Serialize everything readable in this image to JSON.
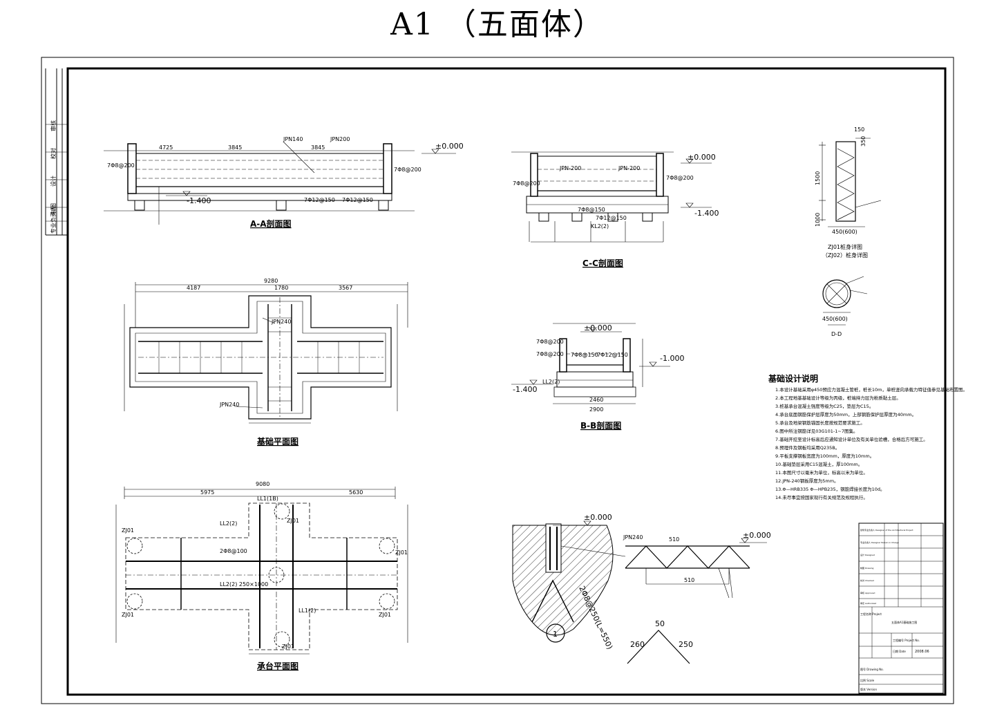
{
  "title": "A1 （五面体）",
  "views": {
    "aa": {
      "caption": "A-A剖面图",
      "elev_top": "±0.000",
      "elev_bottom": "-1.400",
      "labels": [
        "JPN140",
        "JPN200",
        "7Φ8@200",
        "7Φ8@200",
        "7Φ12@150",
        "7Φ12@150",
        "4725",
        "3845",
        "3845"
      ]
    },
    "cc": {
      "caption": "C-C剖面图",
      "elev_top": "±0.000",
      "elev_bottom": "-1.400",
      "labels": [
        "JPN-200",
        "JPN-200",
        "7Φ8@200",
        "7Φ8@200",
        "7Φ8@150",
        "7Φ12@150",
        "KL2(2)"
      ]
    },
    "plan": {
      "caption": "基础平面图",
      "labels": [
        "JPN240",
        "JPN240",
        "4187",
        "1780",
        "3567",
        "9280"
      ]
    },
    "bb": {
      "caption": "B-B剖面图",
      "elev_top": "±0.000",
      "elev_mid": "-1.000",
      "elev_bottom": "-1.400",
      "labels": [
        "LL2(2)",
        "7Φ8@200",
        "7Φ8@200",
        "7Φ8@150",
        "7Φ12@150",
        "2460",
        "2900"
      ]
    },
    "cap_plan": {
      "caption": "承台平面图",
      "labels": [
        "ZJ01",
        "ZJ01",
        "ZJ01",
        "ZJ01",
        "ZJ01",
        "ZJ01",
        "LL1(1B)",
        "LL2(2)",
        "LL2(2) 250×1000",
        "LL1(2)",
        "2Φ8@100",
        "5975",
        "5630",
        "9080"
      ]
    },
    "pile": {
      "caption_1": "ZJ01桩身详图",
      "caption_2": "（ZJ02）桩身详图",
      "dims": [
        "150",
        "350",
        "1500",
        "1000",
        "450(600)"
      ]
    },
    "dd": {
      "caption": "D-D",
      "dim": "450(600)"
    },
    "detail": {
      "marker": "1",
      "elev_1": "±0.000",
      "elev_2": "±0.000",
      "label": "JPN240",
      "rebar": "2Φ8@250(L=550)",
      "bend": [
        "50",
        "260",
        "250"
      ],
      "dims": [
        "510",
        "510"
      ]
    }
  },
  "notes": {
    "title": "基础设计说明",
    "items": [
      "1.本设计基础采用φ450预应力混凝土管桩，桩长10m，单桩竖向承载力特征值参见基础布置图。",
      "2.本工程地基基础设计等级为丙级，桩端持力层为粉质黏土层。",
      "3.桩基承台混凝土强度等级为C25，垫层为C15。",
      "4.承台底面钢筋保护层厚度为50mm，上部钢筋保护层厚度为40mm。",
      "5.承台及地梁钢筋锚固长度按规范要求施工。",
      "6.图中所注钢筋详见03G101-1~7图集。",
      "7.基础开挖至设计标高后应通知设计单位及有关单位验槽，合格后方可施工。",
      "8.预埋件及钢板均采用Q235B。",
      "9.平板支撑钢板宽度为100mm，厚度为10mm。",
      "10.基础垫层采用C15混凝土，厚100mm。",
      "11.本图尺寸以毫米为单位，标高以米为单位。",
      "12.JPN-240钢板厚度为5mm。",
      "13.Φ—HRB335  Φ—HPB235，钢筋焊接长度为10d。",
      "14.未尽事宜按国家现行有关规范及规程执行。"
    ]
  },
  "title_block": {
    "rows": [
      "建筑专业负责人 Designer of the Architectural Project",
      "专业负责人 Designer Person in Charge",
      "设计 Designed",
      "制图 Drawing",
      "校对 Checked",
      "审核 Approved",
      "审定 Authorized"
    ],
    "project_label": "工程名称 Project",
    "drawing_title": "五面体A1基础施工图",
    "drawing_no": "工程编号 Project No.",
    "date_label": "日期 Date",
    "date": "2008.06",
    "bottom_rows": [
      "图号 Drawing No.",
      "比例 Scale",
      "版本 Version"
    ]
  },
  "side_strip": {
    "labels": [
      "审核",
      "校对",
      "设计",
      "制图",
      "专业负责人"
    ]
  }
}
